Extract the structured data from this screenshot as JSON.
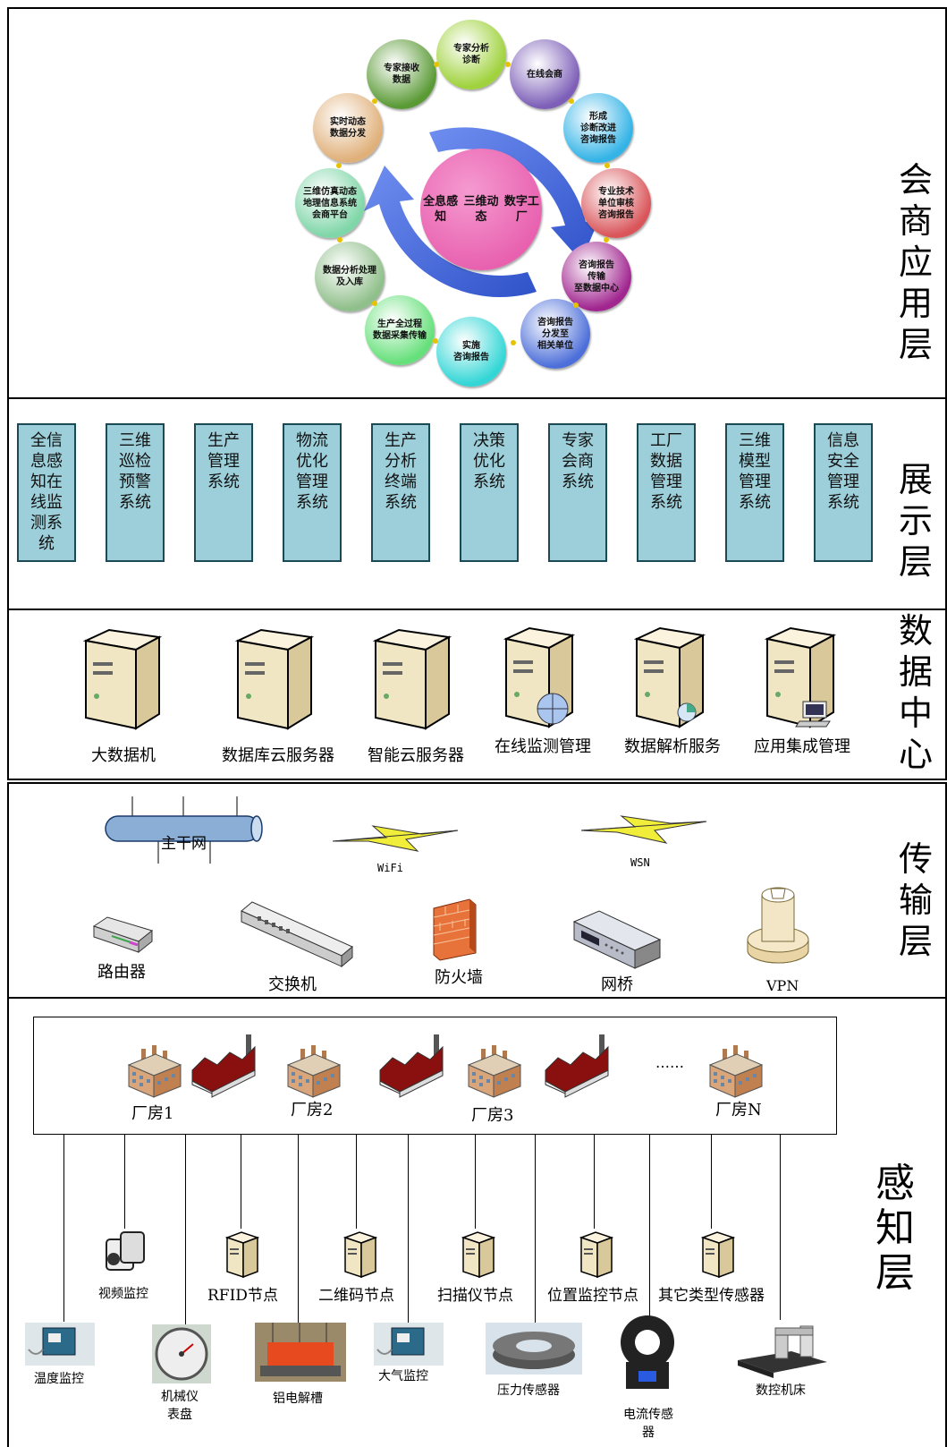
{
  "layers": {
    "app": "会商应用层",
    "display": "展示层",
    "datacenter": "数据中心",
    "transport": "传输层",
    "perception": "感知层"
  },
  "cycle": {
    "center": "全息感知\n三维动态\n数字工厂",
    "nodes": [
      {
        "text": "专家分析\n诊断",
        "color": "#9fd23c"
      },
      {
        "text": "在线会商",
        "color": "#7d5fb8"
      },
      {
        "text": "形成\n诊断改进\n咨询报告",
        "color": "#33b3e6"
      },
      {
        "text": "专业技术\n单位审核\n咨询报告",
        "color": "#d9555a"
      },
      {
        "text": "咨询报告\n传输\n至数据中心",
        "color": "#a0258f"
      },
      {
        "text": "咨询报告\n分发至\n相关单位",
        "color": "#4d6fd9"
      },
      {
        "text": "实施\n咨询报告",
        "color": "#33d6d6"
      },
      {
        "text": "生产全过程\n数据采集传输",
        "color": "#66e07a"
      },
      {
        "text": "数据分析处理\n及入库",
        "color": "#8fbf8a"
      },
      {
        "text": "三维仿真动态\n地理信息系统\n会商平台",
        "color": "#7fd6a8"
      },
      {
        "text": "实时动态\n数据分发",
        "color": "#e0b07a"
      },
      {
        "text": "专家接收\n数据",
        "color": "#5a9a35"
      }
    ],
    "center_color": "#e34ca3",
    "arrow_color": "#3f67d9"
  },
  "systems": [
    "全信\n息感\n知在\n线监\n测系\n统",
    "三维\n巡检\n预警\n系统",
    "生产\n管理\n系统",
    "物流\n优化\n管理\n系统",
    "生产\n分析\n终端\n系统",
    "决策\n优化\n系统",
    "专家\n会商\n系统",
    "工厂\n数据\n管理\n系统",
    "三维\n模型\n管理\n系统",
    "信息\n安全\n管理\n系统"
  ],
  "servers": [
    "大数据机",
    "数据库云服务器",
    "智能云服务器",
    "在线监测管理",
    "数据解析服务",
    "应用集成管理"
  ],
  "transport": {
    "backbone": "主干网",
    "wifi": "WiFi",
    "wsn": "WSN",
    "devices": [
      "路由器",
      "交换机",
      "防火墙",
      "网桥",
      "VPN"
    ]
  },
  "perception": {
    "factories": [
      "厂房1",
      "厂房2",
      "厂房3",
      "厂房N"
    ],
    "ellipsis": "……",
    "nodes": [
      "视频监控",
      "RFID节点",
      "二维码节点",
      "扫描仪节点",
      "位置监控节点",
      "其它类型传感器"
    ],
    "sensors": [
      "温度监控",
      "机械仪\n表盘",
      "铝电解槽",
      "大气监控",
      "压力传感器",
      "电流传感\n器",
      "数控机床"
    ]
  }
}
